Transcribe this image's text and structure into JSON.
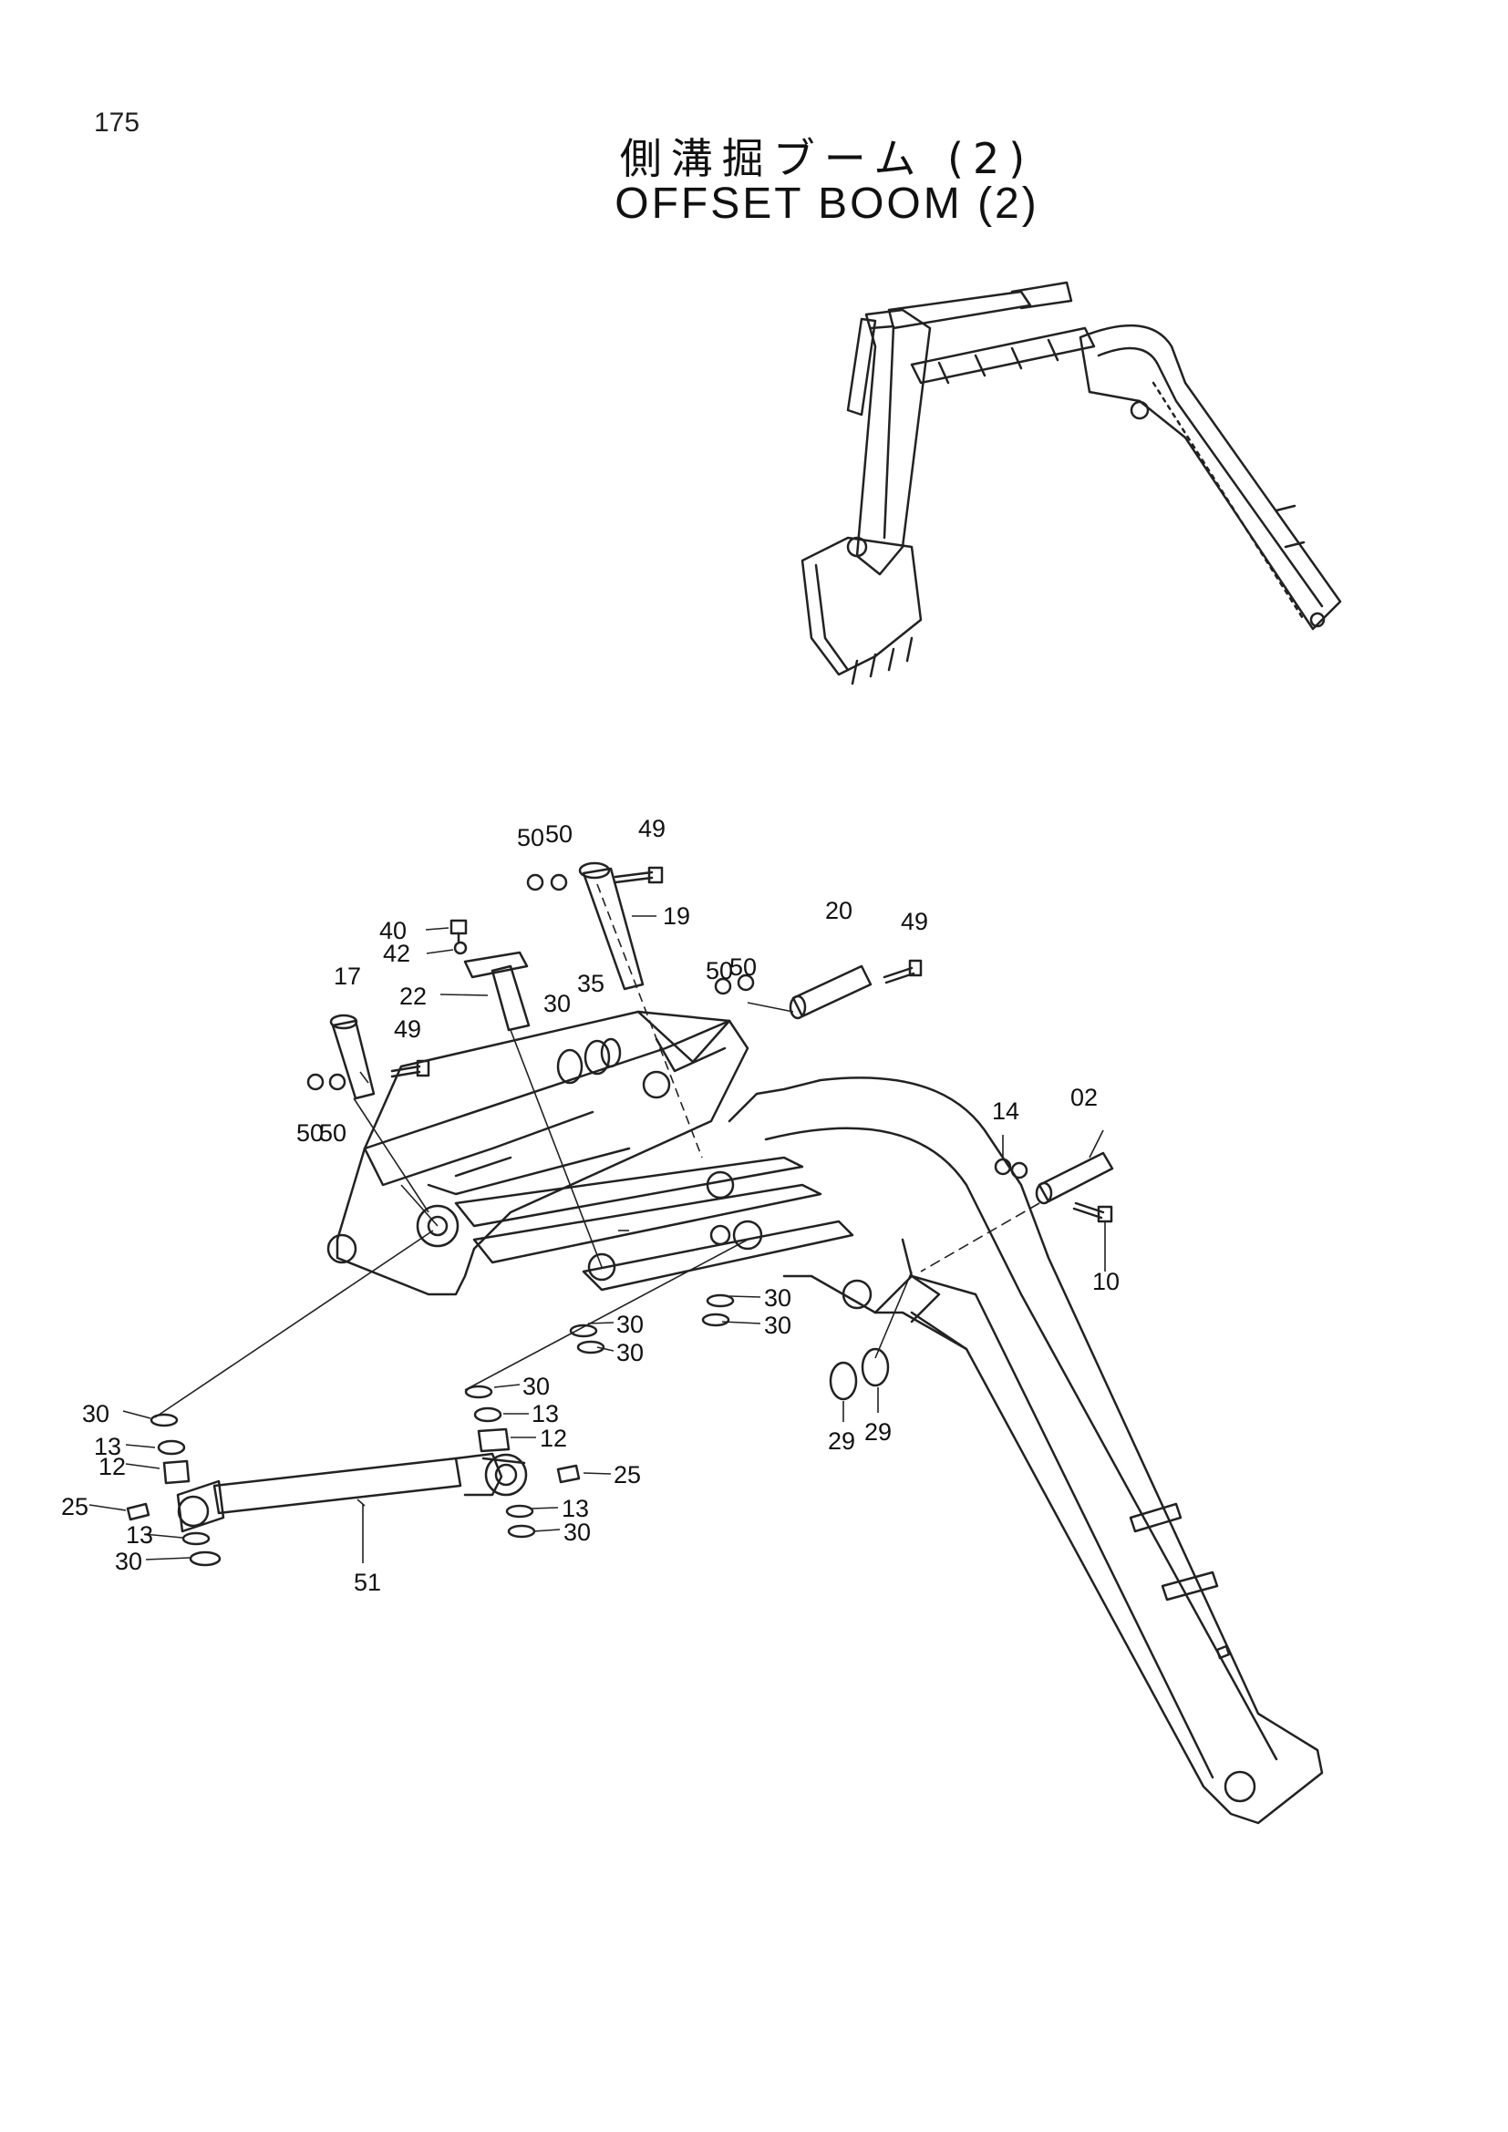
{
  "page_number": "175",
  "title_jp": "側溝掘ブーム (2)",
  "title_en": "OFFSET BOOM (2)",
  "callouts": [
    "50",
    "50",
    "49",
    "19",
    "40",
    "42",
    "20",
    "49",
    "50",
    "50",
    "17",
    "22",
    "30",
    "35",
    "49",
    "50",
    "50",
    "14",
    "02",
    "10",
    "30",
    "30",
    "30",
    "30",
    "30",
    "13",
    "12",
    "29",
    "29",
    "30",
    "13",
    "12",
    "25",
    "25",
    "13",
    "30",
    "13",
    "30",
    "51"
  ]
}
